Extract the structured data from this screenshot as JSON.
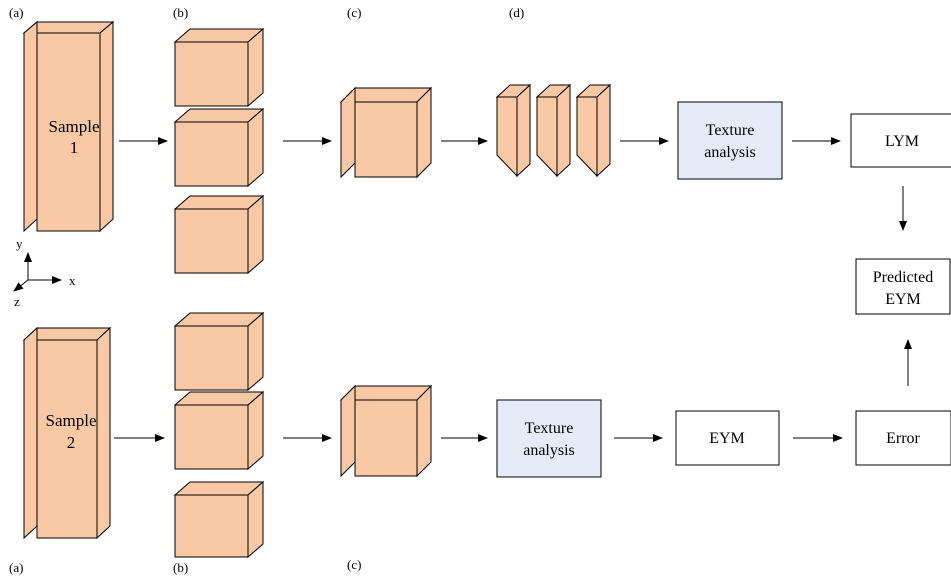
{
  "panel_labels": {
    "top": [
      "(a)",
      "(b)",
      "(c)",
      "(d)"
    ],
    "bottom": [
      "(a)",
      "(b)",
      "(c)"
    ]
  },
  "samples": {
    "sample1": [
      "Sample",
      "1"
    ],
    "sample2": [
      "Sample",
      "2"
    ]
  },
  "axes": {
    "y": "y",
    "x": "x",
    "z": "z"
  },
  "boxes": {
    "texture_top": [
      "Texture",
      "analysis"
    ],
    "texture_bottom": [
      "Texture",
      "analysis"
    ],
    "lym": "LYM",
    "predicted_eym": [
      "Predicted",
      "EYM"
    ],
    "eym": "EYM",
    "error": "Error"
  },
  "colors": {
    "cube_face": "#f9c9a6",
    "highlight_box": "#e6ecf7",
    "stroke": "#000000"
  }
}
